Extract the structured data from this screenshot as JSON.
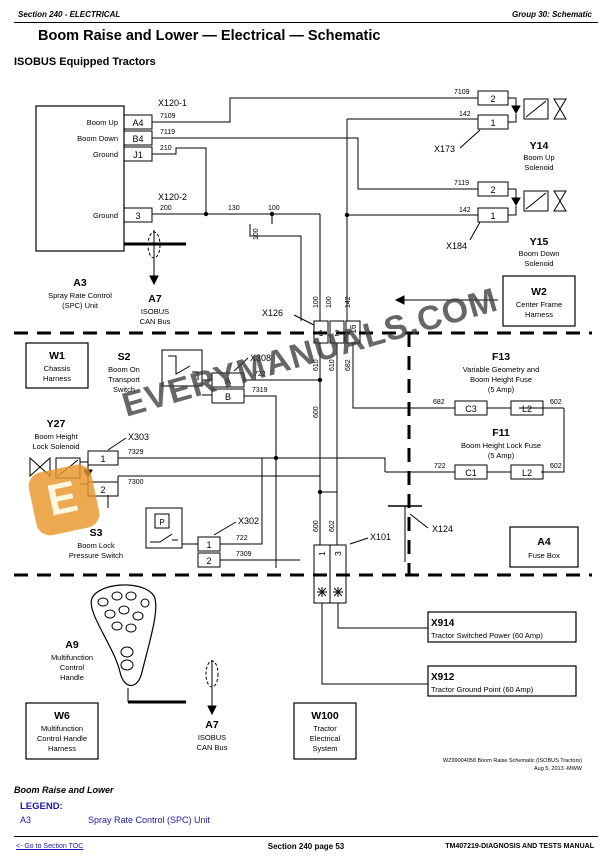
{
  "header": {
    "section": "Section 240 - ELECTRICAL",
    "group": "Group 30: Schematic"
  },
  "title": "Boom Raise and Lower — Electrical — Schematic",
  "subtitle": "ISOBUS Equipped Tractors",
  "components": {
    "a3_code": "A3",
    "a3_line1": "Spray Rate Control",
    "a3_line2": "(SPC) Unit",
    "a7_code": "A7",
    "a7_line1": "ISOBUS",
    "a7_line2": "CAN Bus",
    "w2_code": "W2",
    "w2_line1": "Center Frame",
    "w2_line2": "Harness",
    "y14_code": "Y14",
    "y14_line1": "Boom Up",
    "y14_line2": "Solenoid",
    "y15_code": "Y15",
    "y15_line1": "Boom Down",
    "y15_line2": "Solenoid",
    "w1_code": "W1",
    "w1_line1": "Chassis",
    "w1_line2": "Harness",
    "s2_code": "S2",
    "s2_line1": "Boom On",
    "s2_line2": "Transport",
    "s2_line3": "Switch",
    "y27_code": "Y27",
    "y27_line1": "Boom Height",
    "y27_line2": "Lock Solenoid",
    "f13_code": "F13",
    "f13_line1": "Variable Geometry and",
    "f13_line2": "Boom Height Fuse",
    "f13_line3": "(5 Amp)",
    "f11_code": "F11",
    "f11_line1": "Boom Height Lock Fuse",
    "f11_line2": "(5 Amp)",
    "s3_code": "S3",
    "s3_line1": "Boom Lock",
    "s3_line2": "Pressure Switch",
    "a4_code": "A4",
    "a4_line1": "Fuse Box",
    "a9_code": "A9",
    "a9_line1": "Multifunction",
    "a9_line2": "Control",
    "a9_line3": "Handle",
    "w6_code": "W6",
    "w6_line1": "Multifunction",
    "w6_line2": "Control Handle",
    "w6_line3": "Harness",
    "a7b_code": "A7",
    "a7b_line1": "ISOBUS",
    "a7b_line2": "CAN Bus",
    "w100_code": "W100",
    "w100_line1": "Tractor",
    "w100_line2": "Electrical",
    "w100_line3": "System",
    "x914_code": "X914",
    "x914_line1": "Tractor Switched Power (60 Amp)",
    "x912_code": "X912",
    "x912_line1": "Tractor Ground Point (60 Amp)"
  },
  "connectors": {
    "x120_1": "X120-1",
    "x120_2": "X120-2",
    "x173": "X173",
    "x184": "X184",
    "x126": "X126",
    "x308": "X308",
    "x303": "X303",
    "x302": "X302",
    "x101": "X101",
    "x124": "X124"
  },
  "pins": {
    "boom_up": "Boom Up",
    "boom_down": "Boom Down",
    "ground": "Ground",
    "ground2": "Ground",
    "a4": "A4",
    "b4": "B4",
    "j1": "J1",
    "p3": "3",
    "x173_top": "2",
    "x173_bot": "1",
    "x184_top": "2",
    "x184_bot": "1",
    "x126_1": "1",
    "x126_2": "2",
    "x126_16": "16",
    "x308_a": "A",
    "x308_b": "B",
    "x303_1": "1",
    "x303_2": "2",
    "x302_1": "1",
    "x302_2": "2",
    "x101_1": "1",
    "x101_3": "3",
    "c3": "C3",
    "l2a": "L2",
    "c1": "C1",
    "l2b": "L2",
    "s3_p": "P"
  },
  "wires": {
    "w7109a": "7109",
    "w7119a": "7119",
    "w210": "210",
    "w200": "200",
    "w130": "130",
    "w100a": "100",
    "w100b": "100",
    "w100c": "100",
    "w7109b": "7109",
    "w142a": "142",
    "w7119b": "7119",
    "w142b": "142",
    "w142c": "142",
    "w610a": "610",
    "w610b": "610",
    "w682": "682",
    "w722a": "722",
    "w7319": "7319",
    "w7329": "7329",
    "w7300": "7300",
    "w682b": "682",
    "w602a": "602",
    "w722b": "722",
    "w602b": "602",
    "w722c": "722",
    "w7309": "7309",
    "w600a": "600",
    "w600b": "600",
    "w602c": "602"
  },
  "drawing_ref": {
    "line1": "WZ99004058 Boom Raise Schematic (ISOBUS Tractors)",
    "line2": "Aug 5, 2013 -MWW"
  },
  "caption": "Boom Raise and Lower",
  "legend": {
    "title": "LEGEND:",
    "code": "A3",
    "desc": "Spray Rate Control (SPC) Unit"
  },
  "footer": {
    "toc_link": "<- Go to Section TOC",
    "page": "Section 240 page 53",
    "manual": "TM407219-DIAGNOSIS AND TESTS MANUAL"
  },
  "watermark": {
    "text": "EVERYMANUALS.COM",
    "logo": "E"
  },
  "icons": [
    "handle-icon",
    "switch-icon",
    "solenoid-icon",
    "valve-icon",
    "ground-icon",
    "arrow-icon"
  ]
}
